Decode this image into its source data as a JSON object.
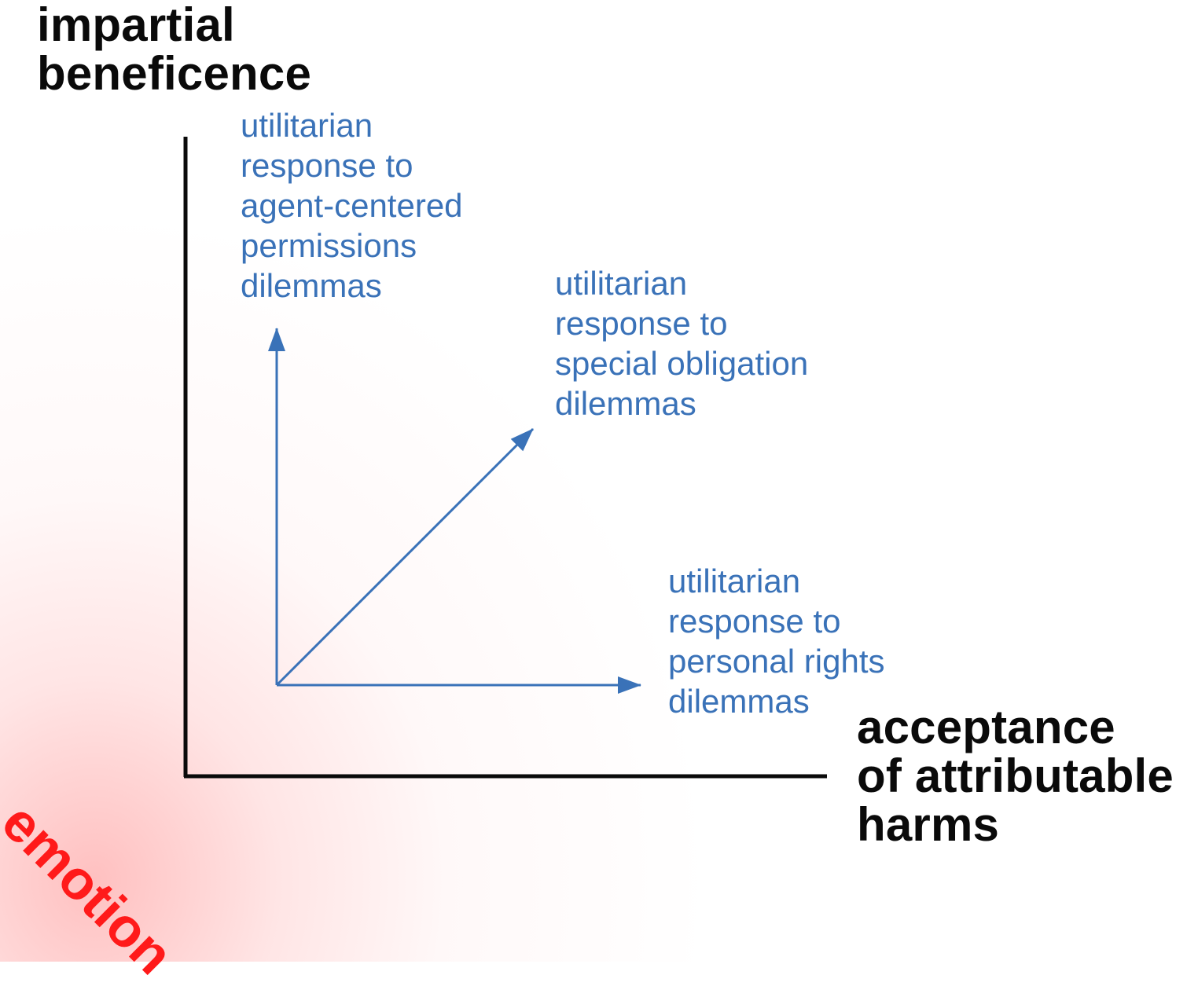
{
  "y_axis": {
    "title": "impartial\nbeneficence"
  },
  "x_axis": {
    "title": "acceptance\nof attributable\nharms"
  },
  "vectors": [
    {
      "label": "utilitarian\nresponse to\nagent-centered\npermissions\ndilemmas",
      "direction": "up"
    },
    {
      "label": "utilitarian\nresponse to\nspecial obligation\ndilemmas",
      "direction": "diagonal"
    },
    {
      "label": "utilitarian\nresponse to\npersonal rights\ndilemmas",
      "direction": "right"
    }
  ],
  "region": {
    "label": "emotion"
  },
  "colors": {
    "axis": "#0a0a0a",
    "vector": "#3a72b8",
    "emotion": "#ff1a1a",
    "emotion_glow": "#ffb0b0"
  }
}
